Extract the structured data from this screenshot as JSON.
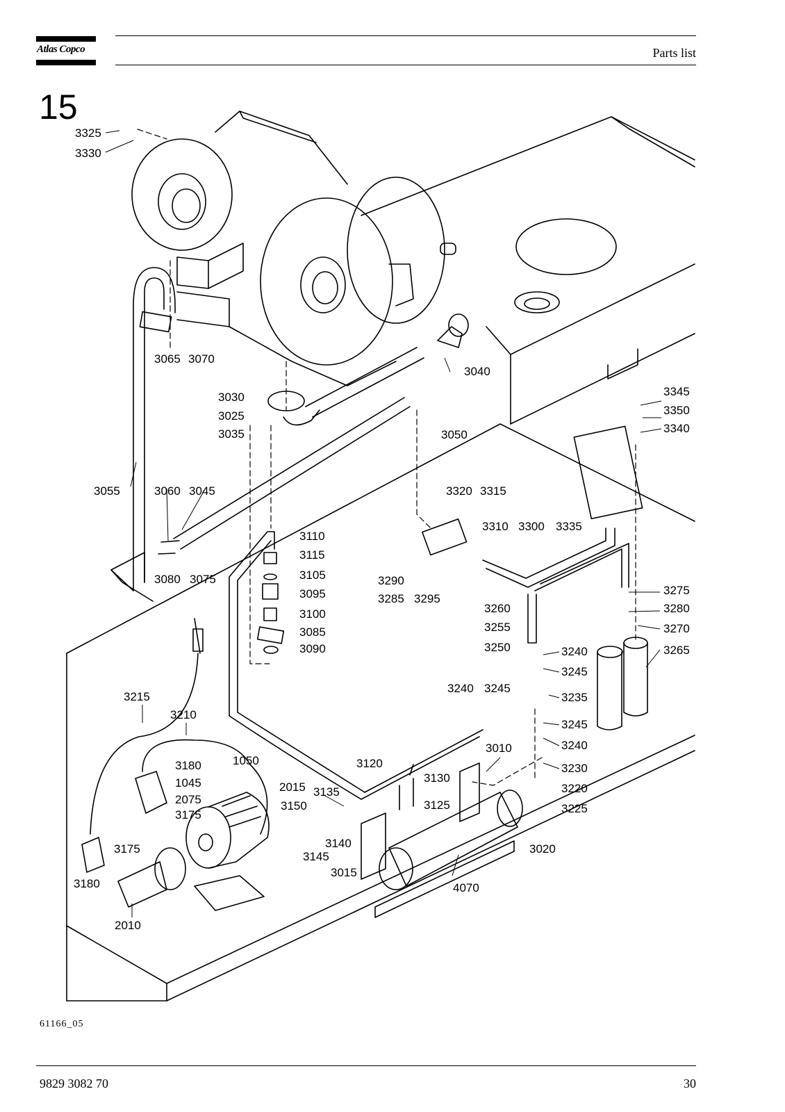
{
  "header": {
    "logo_text": "Atlas Copco",
    "title": "Parts list"
  },
  "section_number": "15",
  "figure_code": "61166_05",
  "footer": {
    "doc_number": "9829 3082 70",
    "page_number": "30"
  },
  "part_labels": [
    "3325",
    "3330",
    "3065",
    "3070",
    "3040",
    "3030",
    "3025",
    "3035",
    "3050",
    "3345",
    "3350",
    "3340",
    "3055",
    "3060",
    "3045",
    "3320",
    "3315",
    "3310",
    "3300",
    "3335",
    "3110",
    "3115",
    "3105",
    "3095",
    "3100",
    "3085",
    "3090",
    "3080",
    "3075",
    "3290",
    "3285",
    "3295",
    "3275",
    "3280",
    "3270",
    "3265",
    "3260",
    "3255",
    "3250",
    "3240",
    "3245",
    "3235",
    "3240",
    "3245",
    "3245",
    "3240",
    "3215",
    "3210",
    "3010",
    "3230",
    "3220",
    "3225",
    "3180",
    "1050",
    "3120",
    "3130",
    "1045",
    "2015",
    "3135",
    "2075",
    "3150",
    "3125",
    "3175",
    "3140",
    "3145",
    "3020",
    "3175",
    "3180",
    "3015",
    "4070",
    "2010"
  ]
}
